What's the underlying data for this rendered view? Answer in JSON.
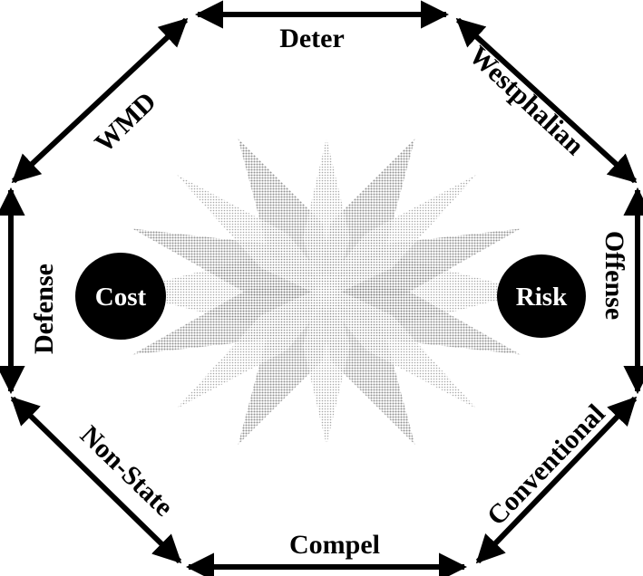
{
  "diagram": {
    "edges": [
      {
        "id": "top",
        "label": "Deter"
      },
      {
        "id": "top-right",
        "label": "Westphalian"
      },
      {
        "id": "right",
        "label": "Offense"
      },
      {
        "id": "bottom-right",
        "label": "Conventional"
      },
      {
        "id": "bottom",
        "label": "Compel"
      },
      {
        "id": "bottom-left",
        "label": "Non-State"
      },
      {
        "id": "left",
        "label": "Defense"
      },
      {
        "id": "top-left",
        "label": "WMD"
      }
    ],
    "nodes": {
      "left": {
        "label": "Cost"
      },
      "right": {
        "label": "Risk"
      }
    },
    "colors": {
      "line": "#000000",
      "node_fill": "#000000",
      "node_text": "#ffffff",
      "star": "#9a9a9a"
    }
  }
}
